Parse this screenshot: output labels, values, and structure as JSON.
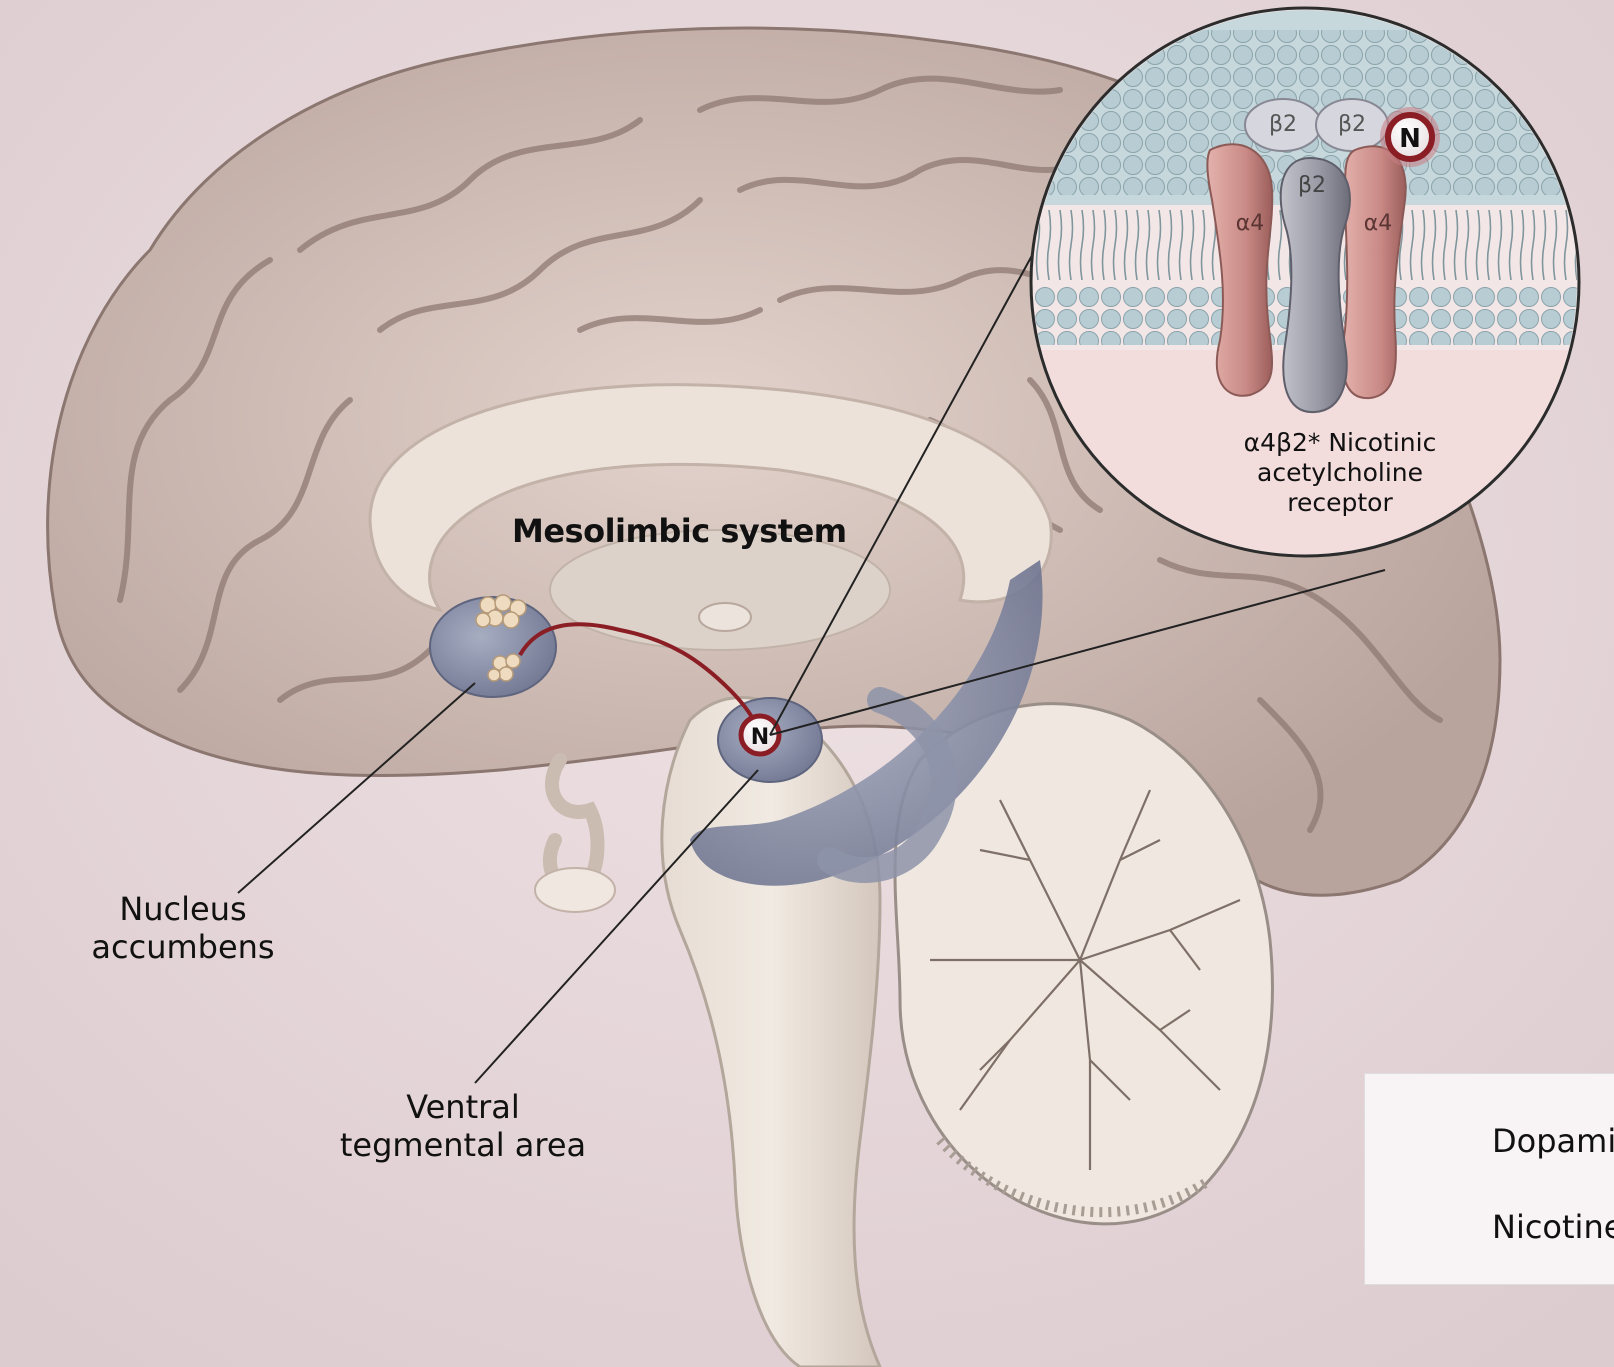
{
  "labels": {
    "mesolimbic": "Mesolimbic system",
    "nucleus_line1": "Nucleus",
    "nucleus_line2": "accumbens",
    "vta_line1": "Ventral",
    "vta_line2": "tegmental area",
    "receptor_line1": "α4β2* Nicotinic",
    "receptor_line2": "acetylcholine",
    "receptor_line3": "receptor"
  },
  "subunits": {
    "beta_left": "β2",
    "beta_right": "β2",
    "beta_center": "β2",
    "alpha_left": "α4",
    "alpha_right": "α4"
  },
  "badge": {
    "nicotine_symbol": "N"
  },
  "legend": {
    "dopamine": "Dopami",
    "nicotine": "Nicotine"
  },
  "colors": {
    "background": "#e9d9dc",
    "cortex": "#d7c4be",
    "pathway_blue": "#8d93a8",
    "dopamine_path": "#8b1d24",
    "alpha_subunit": "#c98a86",
    "beta_subunit": "#9a9aa6",
    "membrane": "#a9c1c9"
  }
}
